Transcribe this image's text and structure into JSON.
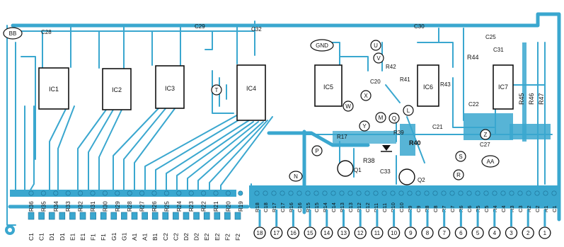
{
  "colors": {
    "trace": "#3aa7cf",
    "ink": "#111111",
    "background": "#ffffff"
  },
  "ics": [
    "IC1",
    "IC2",
    "IC3",
    "IC4",
    "IC5",
    "IC6",
    "IC7"
  ],
  "top_parts": [
    "C28",
    "C29",
    "C32",
    "C30",
    "C25",
    "C31",
    "R44"
  ],
  "center_parts": [
    "C20",
    "R41",
    "R43",
    "R42",
    "C22",
    "C21",
    "C27",
    "R17",
    "R38",
    "R39",
    "R40",
    "Q1",
    "Q2",
    "C33"
  ],
  "resistor_labels_right": [
    "R45",
    "R46",
    "R47"
  ],
  "test_points": [
    "BB",
    "GND",
    "U",
    "V",
    "W",
    "X",
    "Y",
    "Z",
    "T",
    "M",
    "N",
    "L",
    "S",
    "AA",
    "P",
    "Q",
    "R"
  ],
  "bottom_parts": [
    "R36",
    "R35",
    "R34",
    "R33",
    "R32",
    "R31",
    "R30",
    "R29",
    "R28",
    "R27",
    "R26",
    "R25",
    "R24",
    "R23",
    "R22",
    "R21",
    "R20",
    "R19",
    "R18",
    "C18",
    "R17",
    "C17",
    "R16",
    "C16",
    "R15",
    "C15",
    "R14",
    "C14",
    "R13",
    "C13",
    "R12",
    "C12",
    "R11",
    "C11",
    "R10",
    "C10",
    "R9",
    "C9",
    "R8",
    "C8",
    "R7",
    "C7",
    "R6",
    "C6",
    "R5",
    "C5",
    "R4",
    "C4",
    "R3",
    "C3",
    "R2",
    "C2",
    "R1",
    "C1"
  ],
  "left_connector": [
    "C1",
    "C1",
    "D1",
    "D1",
    "E1",
    "E1",
    "F1",
    "F1",
    "G1",
    "G1",
    "A1",
    "A1",
    "B1",
    "C2",
    "C2",
    "D2",
    "D2",
    "E2",
    "E2",
    "F2",
    "F2"
  ],
  "right_connector": [
    "18",
    "17",
    "16",
    "15",
    "14",
    "13",
    "12",
    "11",
    "10",
    "9",
    "8",
    "7",
    "6",
    "5",
    "4",
    "3",
    "2",
    "1"
  ]
}
